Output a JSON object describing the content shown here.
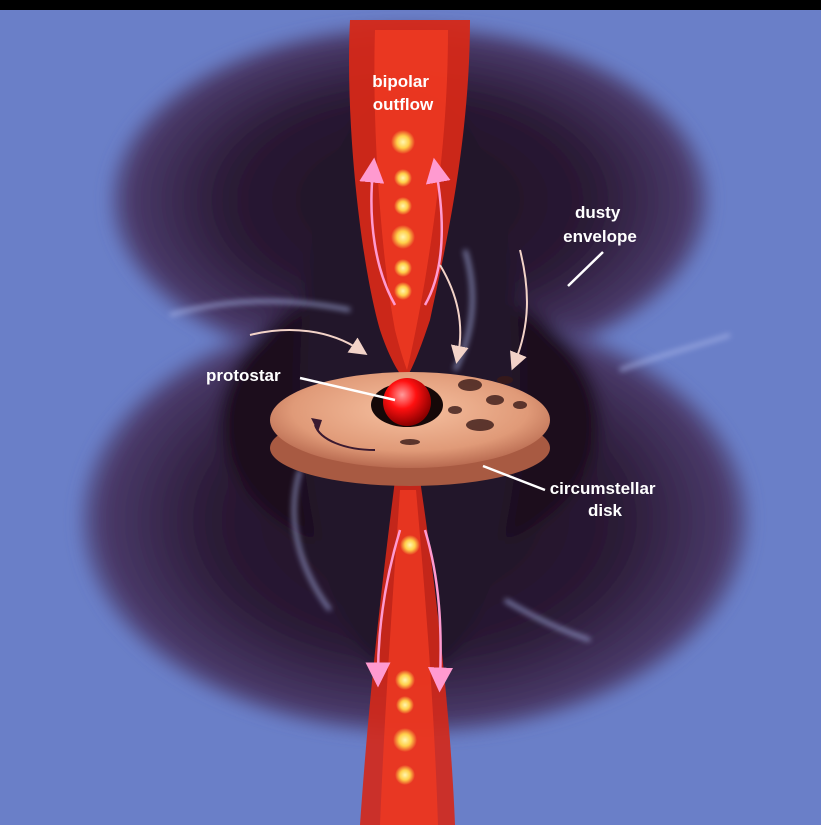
{
  "labels": {
    "bipolar_outflow": [
      "bipolar",
      "outflow"
    ],
    "dusty_envelope": [
      "dusty",
      "envelope"
    ],
    "protostar": "protostar",
    "circumstellar_disk": [
      "circumstellar",
      "disk"
    ]
  },
  "colors": {
    "background": "#6a7fc8",
    "envelope_dark": "#2a1a35",
    "envelope_mid": "#4a3a6a",
    "outflow": "#d52818",
    "outflow_knot": "#ffd04a",
    "disk": "#e09a78",
    "protostar": "#e00000",
    "arrow_pink": "#ff9ad0",
    "arrow_light": "#f3d3c8",
    "leader_line": "#ffffff",
    "top_bar": "#000000"
  }
}
